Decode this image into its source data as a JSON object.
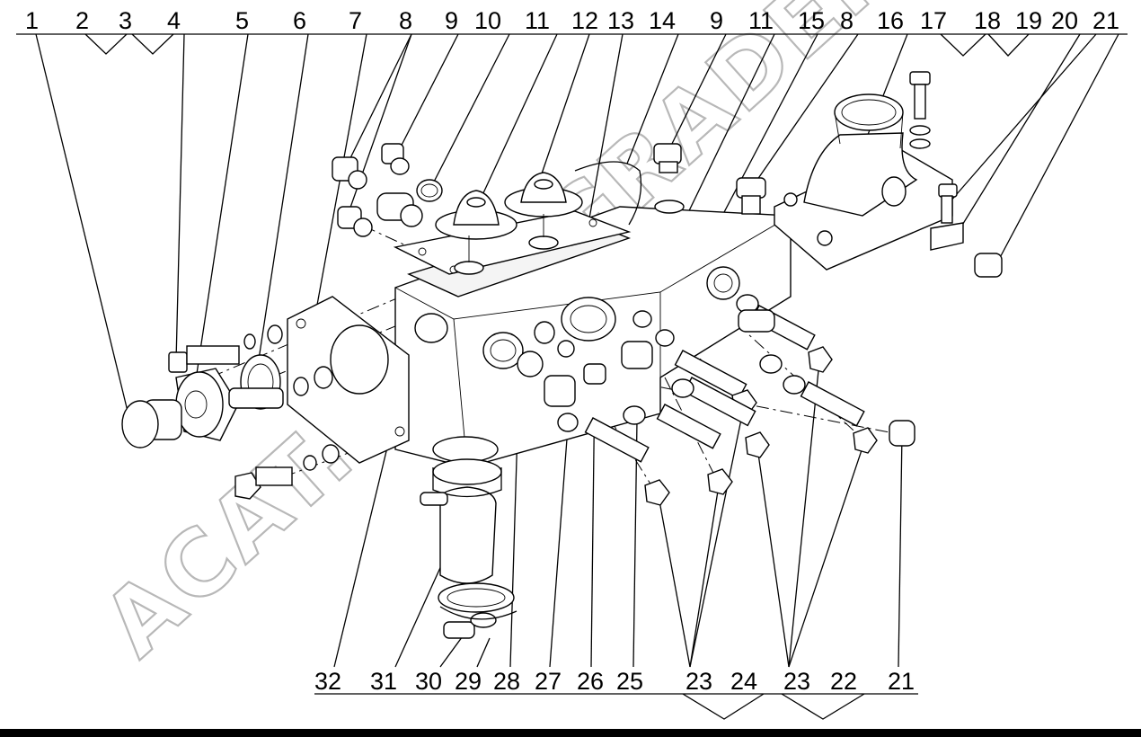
{
  "diagram": {
    "watermark": "ACAT.AUTOGRADER.RU",
    "top_callouts": [
      "1",
      "2",
      "3",
      "4",
      "5",
      "6",
      "7",
      "8",
      "9",
      "10",
      "11",
      "12",
      "13",
      "14",
      "9",
      "11",
      "15",
      "8",
      "16",
      "17",
      "18",
      "19",
      "20",
      "21"
    ],
    "bottom_callouts": [
      "32",
      "31",
      "30",
      "29",
      "28",
      "27",
      "26",
      "25",
      "23",
      "24",
      "23",
      "22",
      "21"
    ]
  }
}
